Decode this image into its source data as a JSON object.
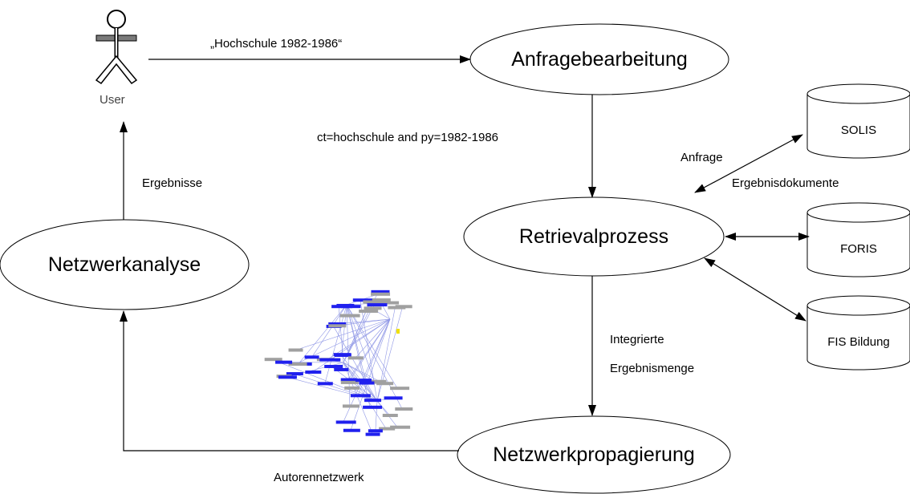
{
  "user": {
    "label": "User"
  },
  "nodes": {
    "anfrage": "Anfragebearbeitung",
    "retrieval": "Retrievalprozess",
    "netzwerkanalyse": "Netzwerkanalyse",
    "propagierung": "Netzwerkpropagierung"
  },
  "databases": [
    "SOLIS",
    "FORIS",
    "FIS Bildung"
  ],
  "edge_labels": {
    "query": "„Hochschule 1982-1986“",
    "ct_query": "ct=hochschule and py=1982-1986",
    "ergebnisse": "Ergebnisse",
    "anfrage": "Anfrage",
    "ergebnisdokumente": "Ergebnisdokumente",
    "integrierte": "Integrierte",
    "ergebnismenge": "Ergebnismenge",
    "autorennetzwerk": "Autorennetzwerk"
  },
  "colors": {
    "network_node": "#2020ee",
    "network_node_alt": "#a0a0a0",
    "network_edge": "#8f97e6"
  }
}
